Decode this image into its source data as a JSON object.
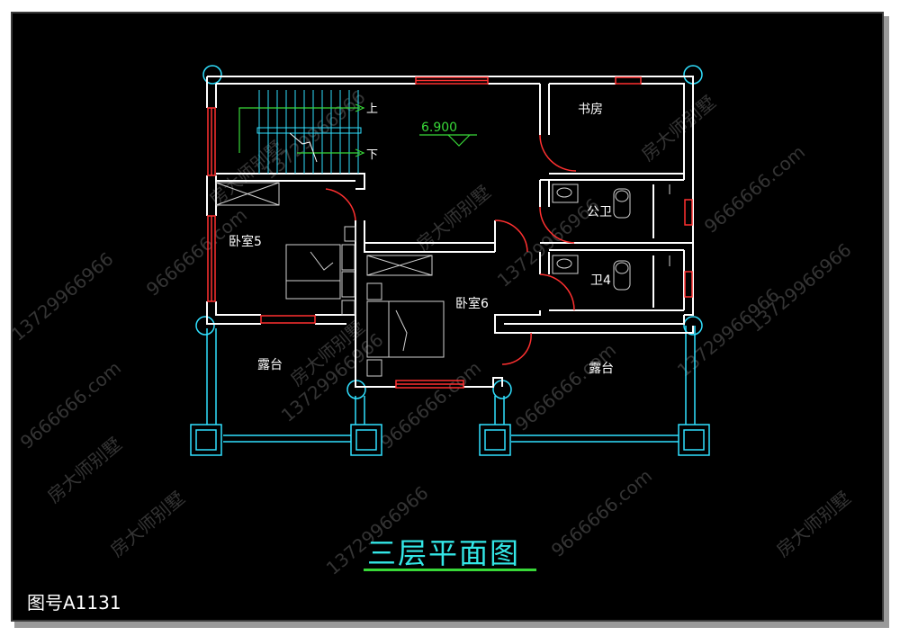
{
  "plan": {
    "title": "三层平面图",
    "drawing_number": "图号A1131",
    "elevation": "6.900",
    "stair_up": "上",
    "stair_down": "下",
    "rooms": {
      "study": "书房",
      "public_bath": "公卫",
      "bath4": "卫4",
      "bedroom5": "卧室5",
      "bedroom6": "卧室6",
      "terrace_left": "露台",
      "terrace_right": "露台"
    },
    "watermarks": [
      "房大师别墅",
      "13729966966",
      "9666666.com"
    ]
  },
  "colors": {
    "background": "#000000",
    "wall": "#ffffff",
    "window": "#ff3030",
    "column": "#30e0ff",
    "furniture": "#d0d0d0",
    "annotation": "#38d838",
    "title": "#33e6e6"
  }
}
